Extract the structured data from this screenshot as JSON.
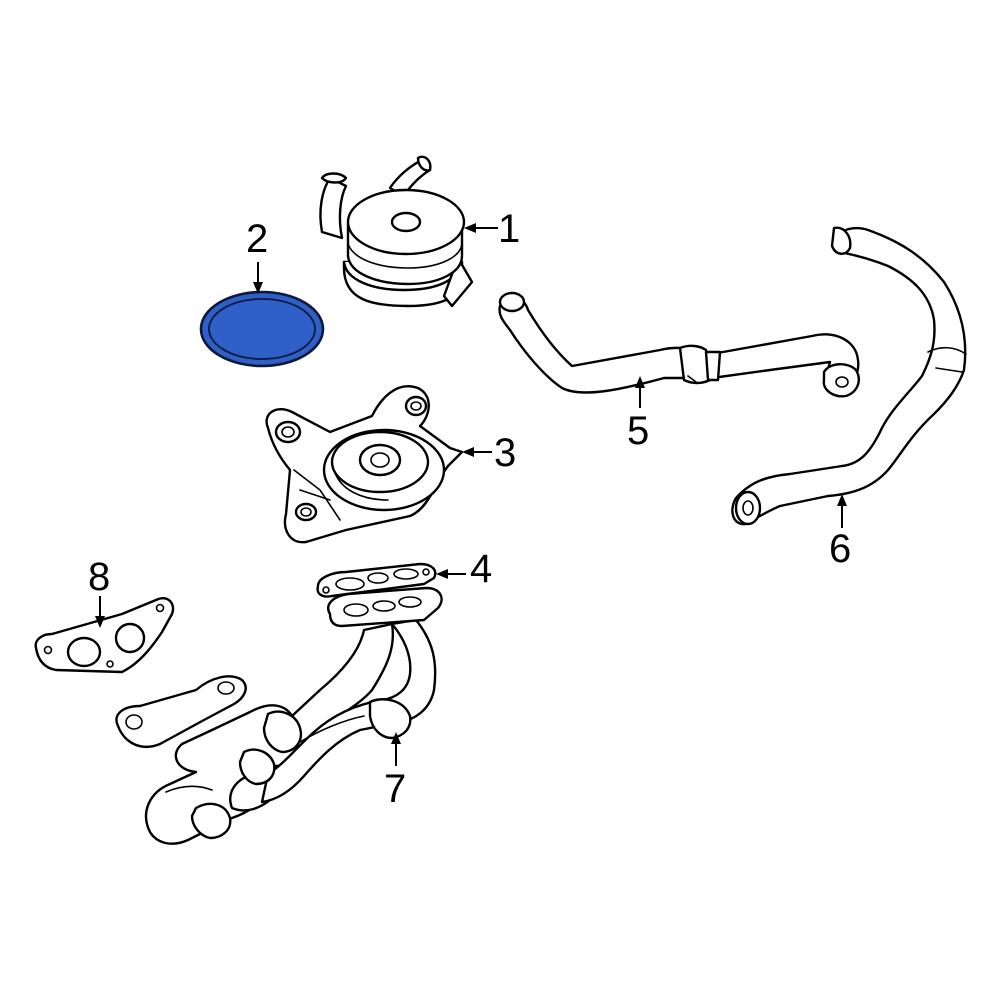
{
  "callouts": {
    "p1": "1",
    "p2": "2",
    "p3": "3",
    "p4": "4",
    "p5": "5",
    "p6": "6",
    "p7": "7",
    "p8": "8"
  },
  "colors": {
    "highlight_fill": "#2f5fc9",
    "highlight_stroke": "#0b1a3a",
    "line": "#000000",
    "background": "#ffffff"
  },
  "highlighted_part": "2"
}
